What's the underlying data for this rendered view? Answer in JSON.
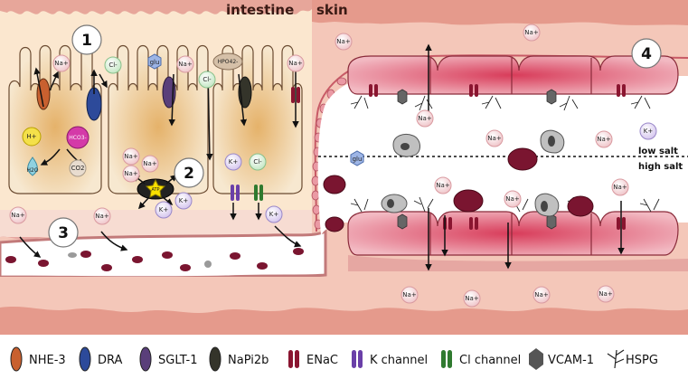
{
  "titles": {
    "intestine": "intestine",
    "skin": "skin"
  },
  "steps": [
    "1",
    "2",
    "3",
    "4"
  ],
  "salt_labels": {
    "low": "low salt",
    "high": "high salt"
  },
  "ions": {
    "na": "Na+",
    "cl": "Cl-",
    "h": "H+",
    "hco3": "HCO3-",
    "h2o": "H2O",
    "co2": "CO2",
    "k": "K+",
    "glu": "glu",
    "hpo4": "HPO42-",
    "atp": "ATP"
  },
  "legend": [
    {
      "label": "NHE-3",
      "color": "#c8602f",
      "icon": "transporter-oval"
    },
    {
      "label": "DRA",
      "color": "#2d4a9a",
      "icon": "transporter-oval"
    },
    {
      "label": "SGLT-1",
      "color": "#5a3f7a",
      "icon": "transporter-oval"
    },
    {
      "label": "NaPi2b",
      "color": "#34342a",
      "icon": "transporter-oval"
    },
    {
      "label": "ENaC",
      "color": "#8a1530",
      "icon": "double-channel"
    },
    {
      "label": "K channel",
      "color": "#6a3fa8",
      "icon": "double-channel"
    },
    {
      "label": "Cl channel",
      "color": "#2f7a2f",
      "icon": "double-channel"
    },
    {
      "label": "VCAM-1",
      "color": "#555555",
      "icon": "hexagon"
    },
    {
      "label": "HSPG",
      "color": "#222222",
      "icon": "branch"
    }
  ]
}
